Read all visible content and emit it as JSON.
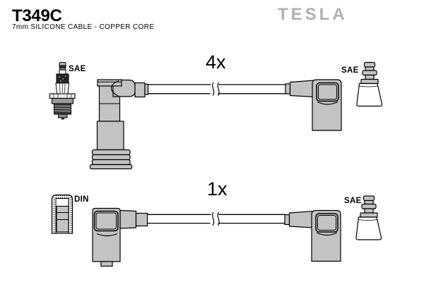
{
  "header": {
    "part_number": "T349C",
    "subtitle": "7mm SILICONE CABLE - COPPER CORE",
    "brand": "TESLA"
  },
  "colors": {
    "background": "#ffffff",
    "outline": "#000000",
    "connector_fill": "#c3c3c3",
    "brand_gray": "#b0b0b0"
  },
  "diagram": {
    "rows": [
      {
        "quantity_label": "4x",
        "left_icon": "spark-plug-icon",
        "left_label": "SAE",
        "right_icon": "distributor-terminal-icon",
        "right_label": "SAE"
      },
      {
        "quantity_label": "1x",
        "left_icon": "din-socket-icon",
        "left_label": "DIN",
        "right_icon": "distributor-terminal-icon",
        "right_label": "SAE"
      }
    ]
  }
}
